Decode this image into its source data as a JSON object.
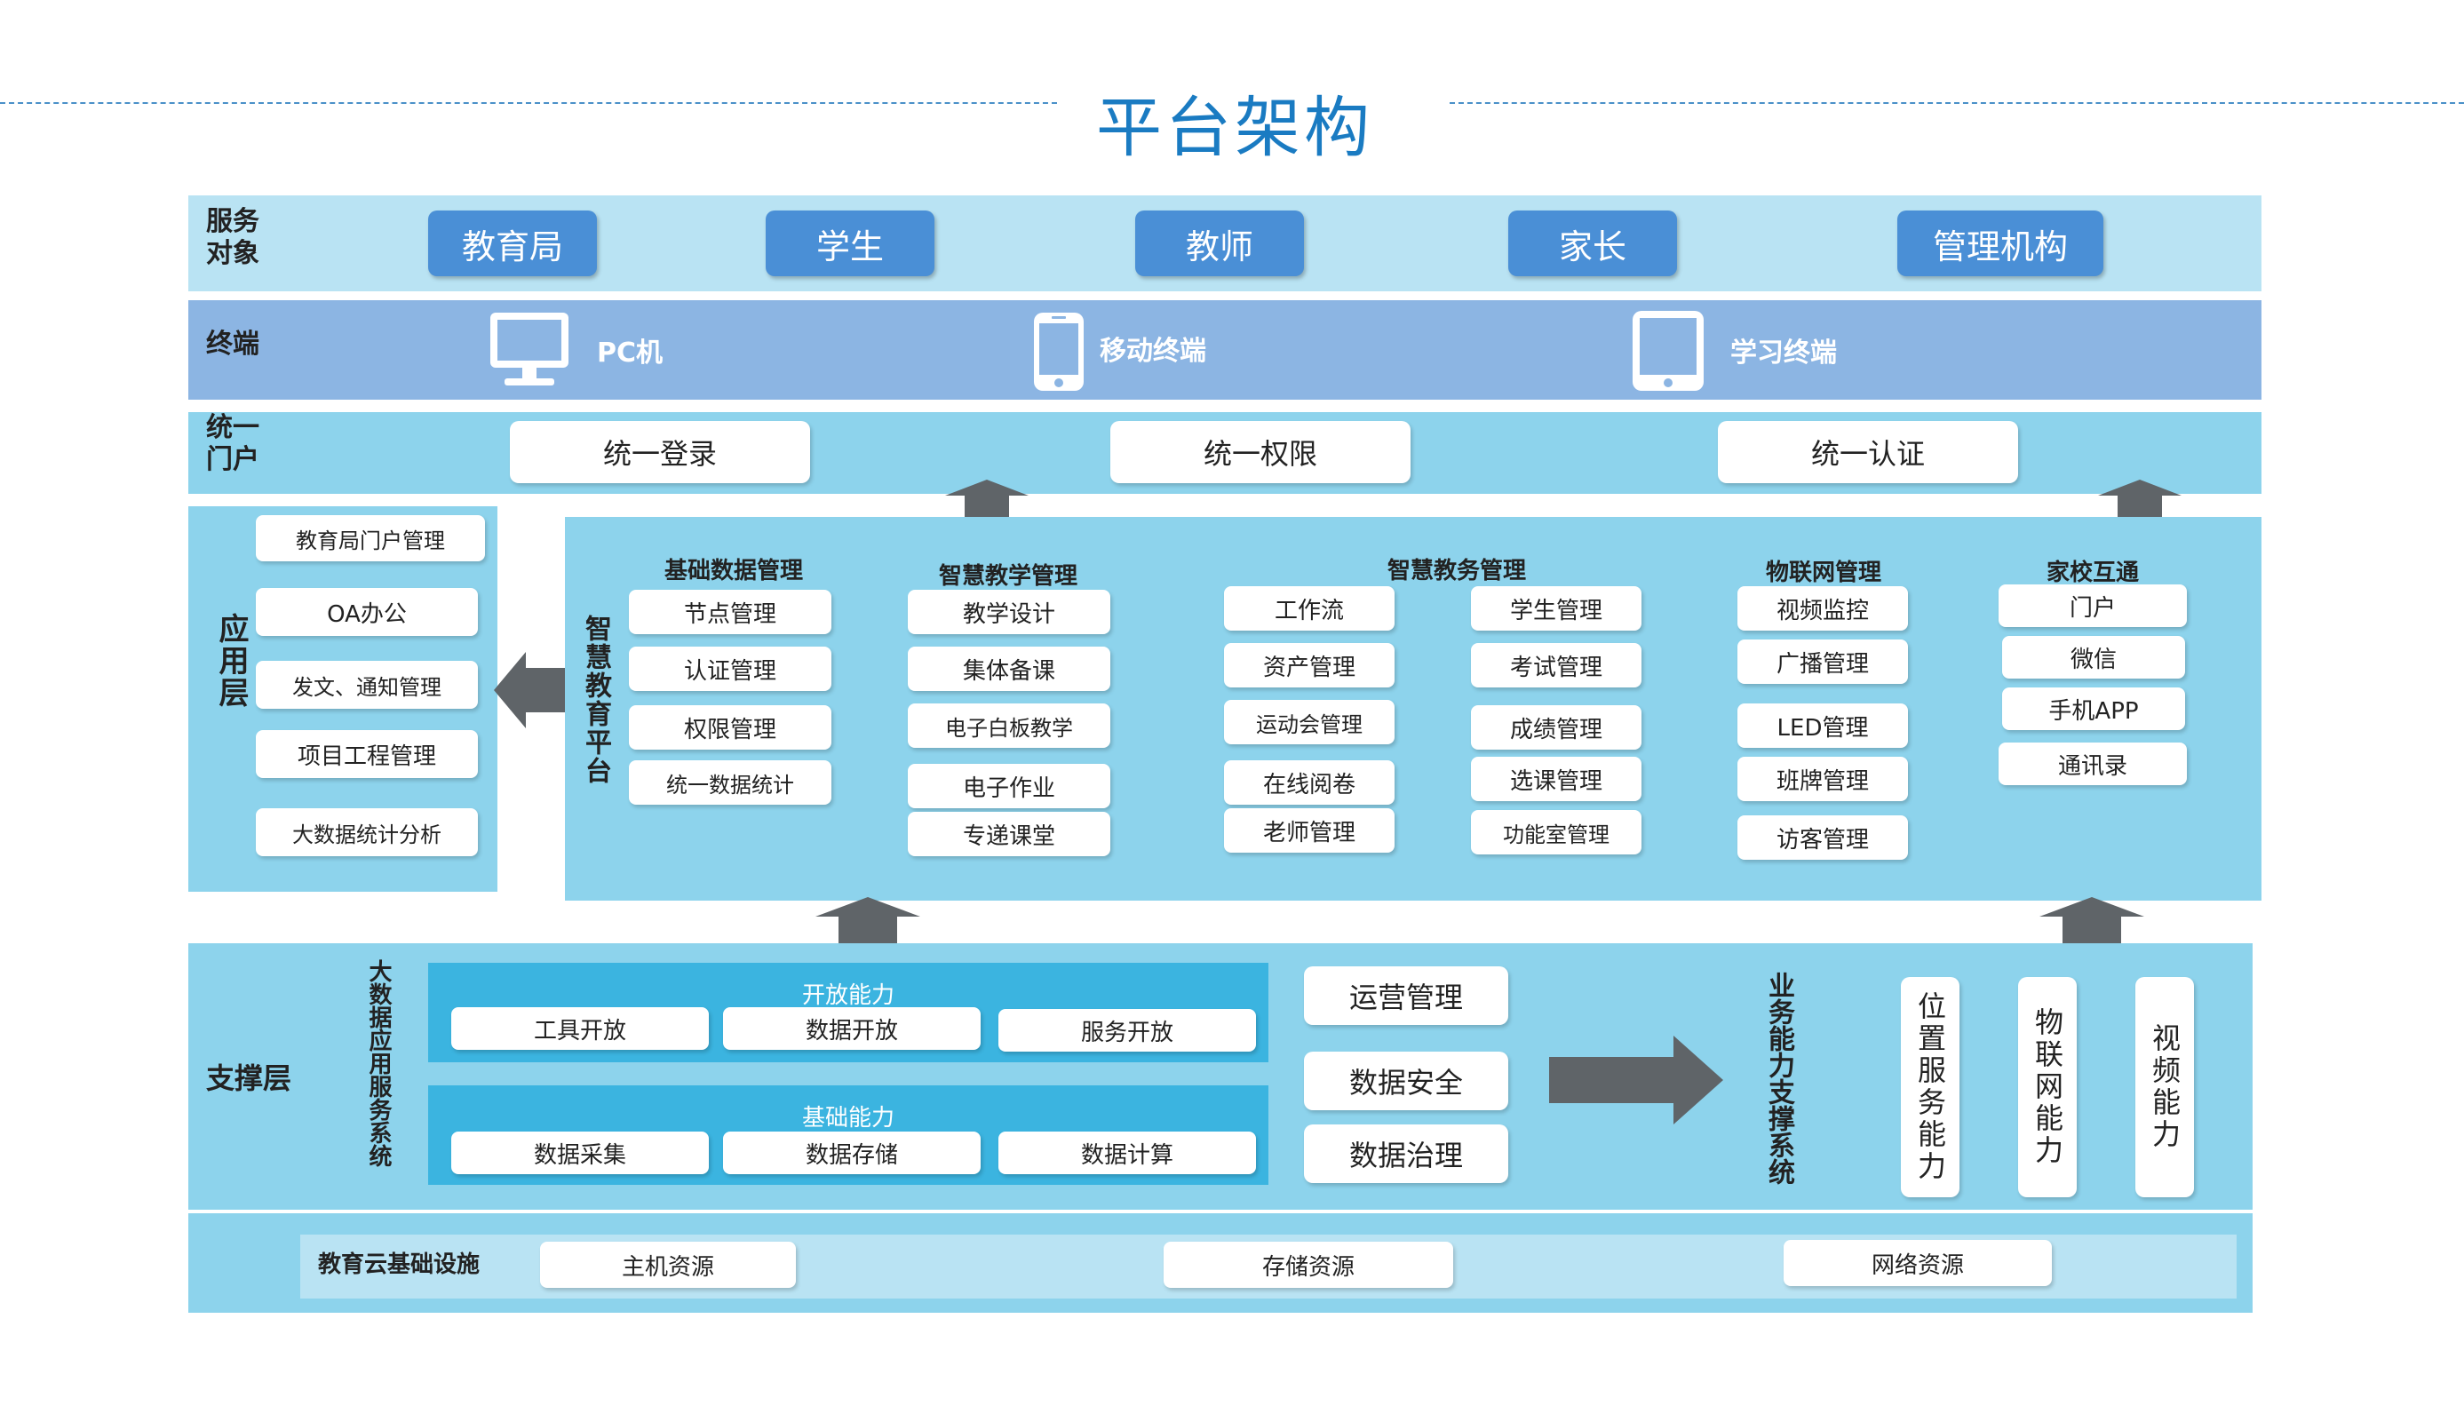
{
  "page_title": "平台架构",
  "service_targets": {
    "label": "服务\n对象",
    "items": [
      "教育局",
      "学生",
      "教师",
      "家长",
      "管理机构"
    ]
  },
  "terminals": {
    "label": "终端",
    "items": [
      {
        "icon": "monitor-icon",
        "label": "PC机"
      },
      {
        "icon": "mobile-phone-icon",
        "label": "移动终端"
      },
      {
        "icon": "tablet-icon",
        "label": "学习终端"
      }
    ]
  },
  "portal": {
    "label": "统一\n门户",
    "items": [
      "统一登录",
      "统一权限",
      "统一认证"
    ]
  },
  "application_layer": {
    "label": "应用层",
    "items": [
      "教育局门户管理",
      "OA办公",
      "发文、通知管理",
      "项目工程管理",
      "大数据统计分析"
    ]
  },
  "platform": {
    "label": "智慧教育平台",
    "groups": [
      {
        "title": "基础数据管理",
        "items": [
          "节点管理",
          "认证管理",
          "权限管理",
          "统一数据统计"
        ]
      },
      {
        "title": "智慧教学管理",
        "items": [
          "教学设计",
          "集体备课",
          "电子白板教学",
          "电子作业",
          "专递课堂"
        ]
      },
      {
        "title": "智慧教务管理",
        "items_left": [
          "工作流",
          "资产管理",
          "运动会管理",
          "在线阅卷",
          "老师管理"
        ],
        "items_right": [
          "学生管理",
          "考试管理",
          "成绩管理",
          "选课管理",
          "功能室管理"
        ]
      },
      {
        "title": "物联网管理",
        "items": [
          "视频监控",
          "广播管理",
          "LED管理",
          "班牌管理",
          "访客管理"
        ]
      },
      {
        "title": "家校互通",
        "items": [
          "门户",
          "微信",
          "手机APP",
          "通讯录"
        ]
      }
    ]
  },
  "support_layer": {
    "label": "支撑层",
    "bigdata_label": "大数据应用服务系统",
    "open_capability": {
      "title": "开放能力",
      "items": [
        "工具开放",
        "数据开放",
        "服务开放"
      ]
    },
    "base_capability": {
      "title": "基础能力",
      "items": [
        "数据采集",
        "数据存储",
        "数据计算"
      ]
    },
    "ops": [
      "运营管理",
      "数据安全",
      "数据治理"
    ],
    "business_label": "业务能力支撑系统",
    "business_items": [
      "位置服务能力",
      "物联网能力",
      "视频能力"
    ]
  },
  "infrastructure": {
    "label": "教育云基础设施",
    "items": [
      "主机资源",
      "存储资源",
      "网络资源"
    ]
  },
  "colors": {
    "title": "#1a7bc2",
    "pill": "#4a8fd6",
    "band_light": "#b9e3f3",
    "band_terminal": "#8cb5e3",
    "band_cyan": "#8dd3ec",
    "capability": "#3bb4e0",
    "arrow": "#5f6468"
  }
}
